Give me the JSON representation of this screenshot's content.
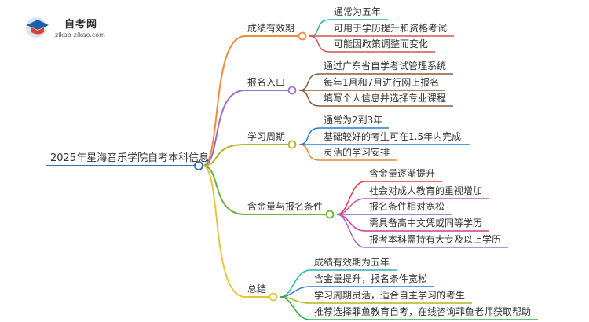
{
  "logo": {
    "name": "自考网",
    "url": "zikao-zikao.com"
  },
  "root": {
    "label": "2025年星海音乐学院自考本科信息"
  },
  "branches": [
    {
      "label": "成绩有效期",
      "color": "#f08c3c",
      "leaves": [
        {
          "label": "通常为五年",
          "color": "#28b4a0"
        },
        {
          "label": "可用于学历提升和资格考试",
          "color": "#e05050"
        },
        {
          "label": "可能因政策调整而变化",
          "color": "#e05050"
        }
      ]
    },
    {
      "label": "报名入口",
      "color": "#9b6ec8",
      "leaves": [
        {
          "label": "通过广东省自学考试管理系统",
          "color": "#8b5a3c"
        },
        {
          "label": "每年1月和7月进行网上报名",
          "color": "#8b5a3c"
        },
        {
          "label": "填写个人信息并选择专业课程",
          "color": "#8b5a3c"
        }
      ]
    },
    {
      "label": "学习周期",
      "color": "#b4b42a",
      "leaves": [
        {
          "label": "通常为2到3年",
          "color": "#2a7ad4"
        },
        {
          "label": "基础较好的考生可在1.5年内完成",
          "color": "#2a7ad4"
        },
        {
          "label": "灵活的学习安排",
          "color": "#e08c3c"
        }
      ]
    },
    {
      "label": "含金量与报名条件",
      "color": "#6ab43c",
      "leaves": [
        {
          "label": "含金量逐渐提升",
          "color": "#e03c3c"
        },
        {
          "label": "社会对成人教育的重视增加",
          "color": "#c850b4"
        },
        {
          "label": "报名条件相对宽松",
          "color": "#8c5ac8"
        },
        {
          "label": "需具备高中文凭或同等学历",
          "color": "#d23c8c"
        },
        {
          "label": "报考本科需持有大专及以上学历",
          "color": "#9b6ec8"
        }
      ]
    },
    {
      "label": "总结",
      "color": "#e8c43c",
      "leaves": [
        {
          "label": "成绩有效期为五年",
          "color": "#28b4b4"
        },
        {
          "label": "含金量提升，报名条件宽松",
          "color": "#2a7ad4"
        },
        {
          "label": "学习周期灵活，适合自主学习的考生",
          "color": "#b4b42a"
        },
        {
          "label": "推荐选择菲鱼教育自考，在线咨询菲鱼老师获取帮助",
          "color": "#28b43c"
        }
      ]
    }
  ]
}
